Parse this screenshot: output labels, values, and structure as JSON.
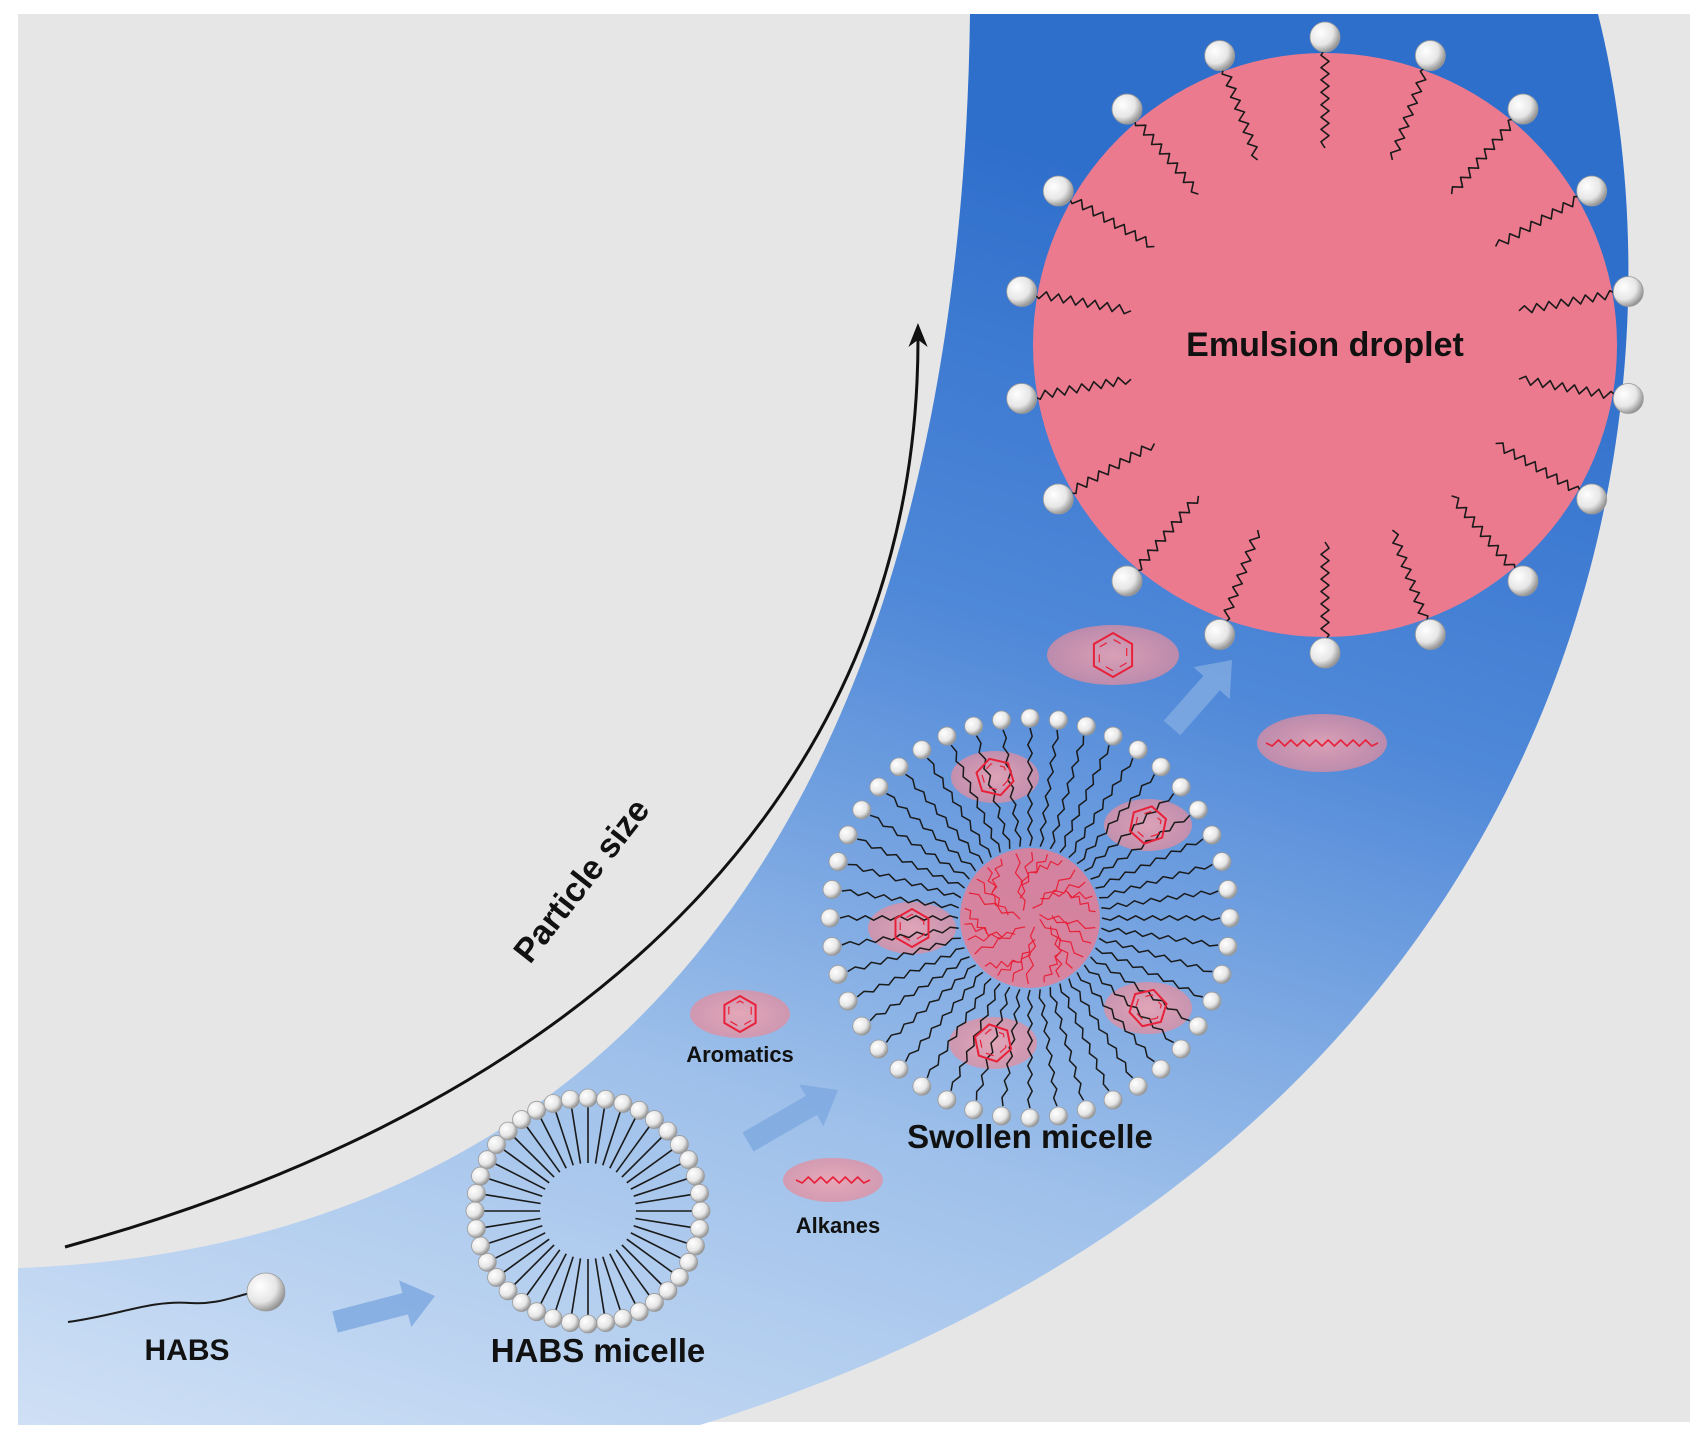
{
  "labels": {
    "axis": "Particle size",
    "surfactant": "HABS",
    "micelle": "HABS micelle",
    "aromatics": "Aromatics",
    "alkanes": "Alkanes",
    "swollen": "Swollen micelle",
    "droplet": "Emulsion droplet"
  },
  "colors": {
    "panel_background": "#e6e6e6",
    "band_light": "#c8dcf4",
    "band_dark": "#2f70cc",
    "droplet_fill": "#ec7a8f",
    "oil_blob": "#e89aa6",
    "oil_line": "#e8213a",
    "flow_arrow": "#7fa9e0",
    "head_group": "#f4f4f4"
  },
  "icons": {
    "aromatic": "benzene-ring-icon",
    "alkane": "zigzag-chain-icon",
    "surfactant_head": "sphere-icon",
    "progress_arrow": "arrow-icon"
  }
}
